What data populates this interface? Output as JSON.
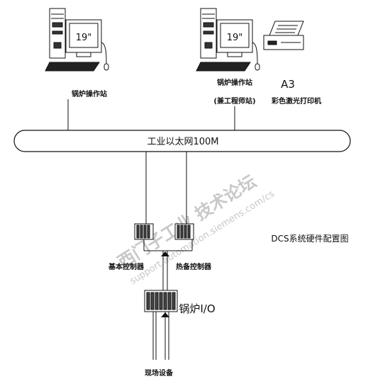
{
  "workstation_left": {
    "screen_label": "19\"",
    "caption": "锅炉操作站"
  },
  "workstation_right": {
    "screen_label": "19\"",
    "caption_line1": "锅炉操作站",
    "caption_line2": "(兼工程师站)"
  },
  "printer": {
    "size_label": "A3",
    "caption": "彩色激光打印机"
  },
  "network": {
    "label": "工业以太网100M"
  },
  "diagram_title": "DCS系统硬件配置图",
  "controller_main": {
    "caption": "基本控制器"
  },
  "controller_backup": {
    "caption": "热备控制器"
  },
  "io_unit": {
    "caption": "锅炉I/O"
  },
  "field": {
    "caption": "现场设备"
  },
  "watermark": {
    "line1": "西门子工业 技术论坛",
    "line2": "support.automation.siemens.com/cs"
  }
}
